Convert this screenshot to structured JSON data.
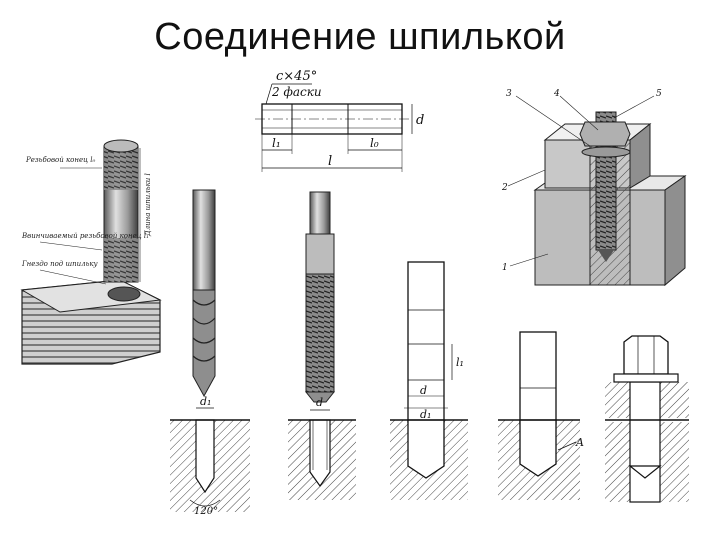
{
  "slide": {
    "title": "Соединение шпилькой"
  },
  "colors": {
    "ink": "#111111",
    "shade": "#9a9a9a",
    "light": "#d9d9d9",
    "hatch": "#555555"
  },
  "stud_drawing": {
    "chamfer_note": "c×45°",
    "chamfer_count": "2 фаски",
    "dim_d": "d",
    "dim_l1": "l₁",
    "dim_l0": "l₀",
    "dim_l": "l"
  },
  "stud_photo": {
    "label_threaded_end": "Резьбовой конец l₀",
    "label_stud_length": "Длина шпильки l",
    "label_screw_end": "Ввинчиваемый резьбовой конец l₁",
    "label_stud_nest": "Гнездо под шпильку"
  },
  "assembly": {
    "callouts": [
      "3",
      "4",
      "5",
      "2",
      "1"
    ]
  },
  "stages": {
    "drill_dim": "d₁",
    "drill_angle": "120°",
    "tap_dim": "d",
    "stud_l1": "l₁",
    "stud_d": "d",
    "stud_d1": "d₁",
    "callout_a": "A"
  }
}
